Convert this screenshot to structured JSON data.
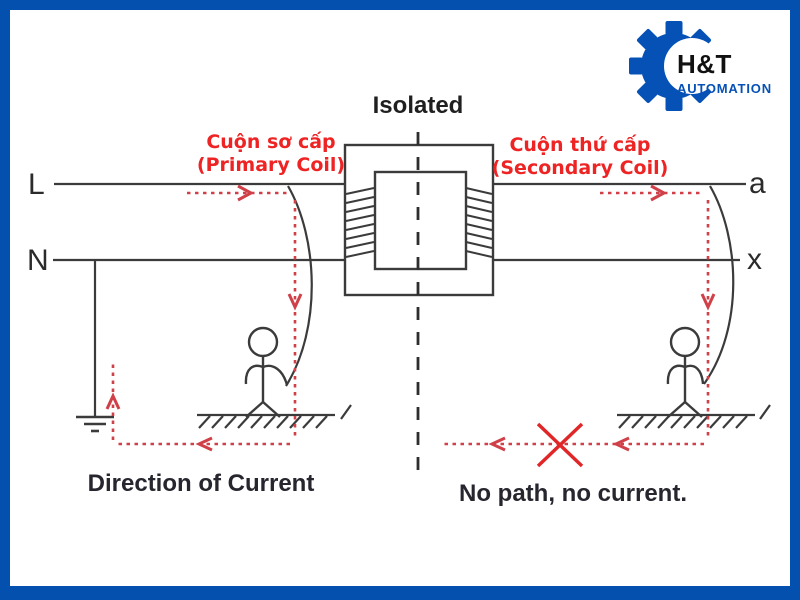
{
  "brand": {
    "name": "H&T",
    "subtitle": "AUTOMATION"
  },
  "diagram": {
    "title": "Isolated",
    "terminals": {
      "live": "L",
      "neutral": "N",
      "secondary_a": "a",
      "secondary_x": "x"
    },
    "primary_coil": {
      "vi": "Cuộn sơ cấp",
      "en": "(Primary Coil)"
    },
    "secondary_coil": {
      "vi": "Cuộn thứ cấp",
      "en": "(Secondary Coil)"
    },
    "caption_left": "Direction of Current",
    "caption_right": "No path, no current.",
    "colors": {
      "frame_blue": "#0450ae",
      "brand_blue": "#0551b5",
      "line_dark": "#3b3b3b",
      "current_red": "#d04048",
      "x_red": "#e02626",
      "label_red": "#ee2424"
    }
  }
}
